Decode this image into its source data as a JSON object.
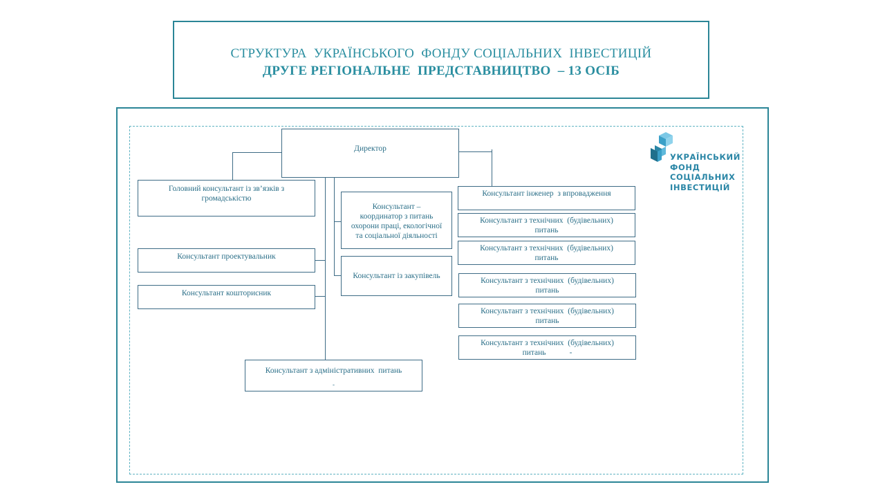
{
  "header": {
    "title_line1": "СТРУКТУРА  УКРАЇНСЬКОГО  ФОНДУ СОЦІАЛЬНИХ  ІНВЕСТИЦІЙ",
    "title_line2": "ДРУГЕ РЕГІОНАЛЬНЕ  ПРЕДСТАВНИЦТВО  – 13 ОСІБ"
  },
  "logo": {
    "icon": "cube-stairs-icon",
    "line1": "УКРАЇНСЬКИЙ",
    "line2": "ФОНД",
    "line3": "СОЦІАЛЬНИХ",
    "line4": "ІНВЕСТИЦІЙ",
    "colors": [
      "#1f6f8b",
      "#3aa0c8",
      "#7cc8e6"
    ]
  },
  "org": {
    "director": "Директор",
    "left": {
      "pr": [
        "Головний консультант із зв’язків з",
        "громадськістю"
      ],
      "designer": "Консультант проектувальник",
      "estimator": "Консультант кошторисник"
    },
    "middle": {
      "ehs": [
        "Консультант –",
        "координатор з питань",
        "охорони праці, екологічної",
        "та соціальної діяльності"
      ],
      "procurement": "Консультант із закупівель"
    },
    "admin": {
      "label": "Консультант з адміністративних  питань",
      "mark": "-"
    },
    "right": {
      "engineer": "Консультант інженер  з впровадження",
      "technical": [
        {
          "line1": "Консультант з технічних  (будівельних)",
          "line2": "питань",
          "mark": ""
        },
        {
          "line1": "Консультант з технічних  (будівельних)",
          "line2": "питань",
          "mark": ""
        },
        {
          "line1": "Консультант з технічних  (будівельних)",
          "line2": "питань",
          "mark": ""
        },
        {
          "line1": "Консультант з технічних  (будівельних)",
          "line2": "питань",
          "mark": ""
        },
        {
          "line1": "Консультант з технічних  (будівельних)",
          "line2": "питань",
          "mark": "-"
        }
      ]
    }
  },
  "colors": {
    "accent": "#2a8596",
    "box_border": "#3d6b85",
    "box_text": "#2b6f88"
  }
}
